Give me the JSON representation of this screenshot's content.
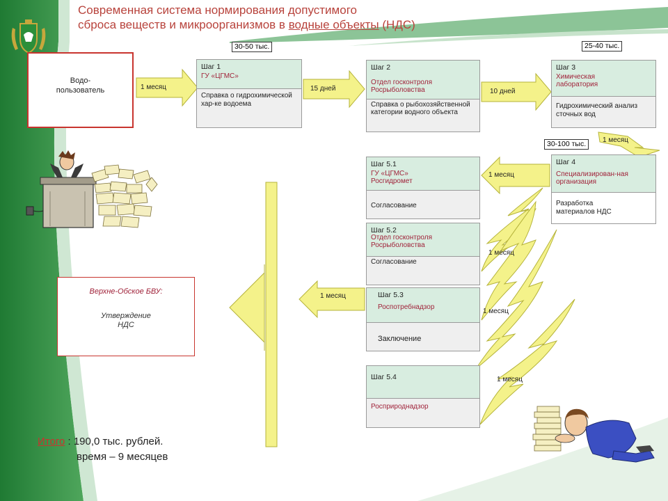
{
  "title": {
    "line1": "Современная система нормирования допустимого",
    "line2_a": "сброса веществ и микроорганизмов в ",
    "line2_u": "водные объекты",
    "line2_b": " (НДС)"
  },
  "water_user": {
    "line1": "Водо-",
    "line2": "пользователь"
  },
  "steps": [
    {
      "id": "step1",
      "step": "Шаг 1",
      "org": "ГУ «ЦГМС»",
      "result": "Справка о гидрохимической хар-ке водоема",
      "price": "30-50 тыс."
    },
    {
      "id": "step2",
      "step": "Шаг 2",
      "org": "Отдел госконтроля Росрыболовства",
      "result": "Справка о рыбохозяйственной категории водного объекта"
    },
    {
      "id": "step3",
      "step": "Шаг 3",
      "org": "Химическая лаборатория",
      "result": "Гидрохимический анализ сточных вод",
      "price": "25-40 тыс."
    },
    {
      "id": "step4",
      "step": "Шаг 4",
      "org": "Специализирован-ная организация",
      "result": "Разработка материалов НДС",
      "price": "30-100 тыс."
    },
    {
      "id": "step51",
      "step": "Шаг 5.1",
      "org": "ГУ «ЦГМС» Росгидромет",
      "result": "Согласование"
    },
    {
      "id": "step52",
      "step": "Шаг 5.2",
      "org": "Отдел госконтроля Росрыболовства",
      "result": "Согласование"
    },
    {
      "id": "step53",
      "step": "Шаг 5.3",
      "org": "Роспотребнадзор",
      "result": "Заключение"
    },
    {
      "id": "step54",
      "step": "Шаг 5.4",
      "org": "Росприроднадзор",
      "result": ""
    }
  ],
  "durations": {
    "a1": "1 месяц",
    "a2": "15 дней",
    "a3": "10 дней",
    "a4": "1 месяц",
    "a5": "1 месяц",
    "b1": "1 месяц",
    "b2": "1 месяц",
    "b3": "1 месяц",
    "final": "1 месяц"
  },
  "bvu": {
    "org": "Верхне-Обское БВУ:",
    "action1": "Утверждение",
    "action2": "НДС"
  },
  "total": {
    "label": "Итого",
    "sum": " : 190,0 тыс. рублей.",
    "time": "время  – 9 месяцев"
  },
  "colors": {
    "title": "#b8433c",
    "arrow_fill": "#f4f28a",
    "arrow_stroke": "#b5b33a",
    "green": "#2f8a3c",
    "box_top": "#d8ede0",
    "red_border": "#c8342e"
  },
  "icons": [
    "coat-of-arms-icon",
    "copier-paper-icon",
    "tired-worker-icon"
  ]
}
